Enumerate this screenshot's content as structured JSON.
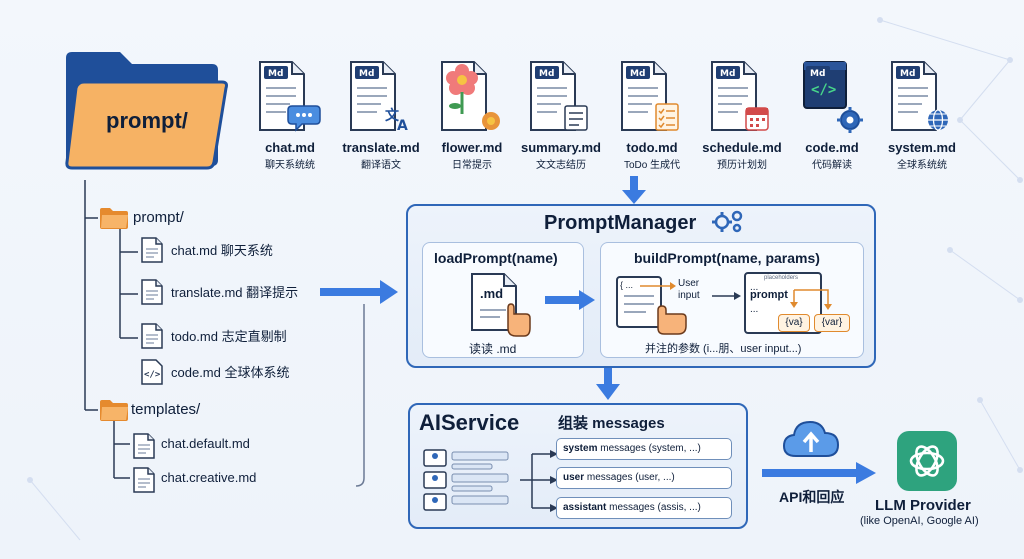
{
  "folder": {
    "label": "prompt/"
  },
  "files": [
    {
      "name": "chat.md",
      "sub": "聊天系统统",
      "badge": "Md",
      "icon": "chat-bubble-icon"
    },
    {
      "name": "translate.md",
      "sub": "翻译语文",
      "badge": "Md",
      "icon": "translate-icon"
    },
    {
      "name": "flower.md",
      "sub": "日常提示",
      "badge": "",
      "icon": "flower-icon"
    },
    {
      "name": "summary.md",
      "sub": "文文志结历",
      "badge": "Md",
      "icon": "notepad-icon"
    },
    {
      "name": "todo.md",
      "sub": "ToDo 生成代",
      "badge": "Md",
      "icon": "checklist-icon"
    },
    {
      "name": "schedule.md",
      "sub": "预历计划划",
      "badge": "Md",
      "icon": "calendar-icon"
    },
    {
      "name": "code.md",
      "sub": "代码解读",
      "badge": "Md",
      "icon": "code-gear-icon"
    },
    {
      "name": "system.md",
      "sub": "全球系统统",
      "badge": "Md",
      "icon": "globe-icon"
    }
  ],
  "tree": {
    "prompt_folder": "prompt/",
    "prompt_files": [
      "chat.md 聊天系统",
      "translate.md 翻译提示",
      "todo.md 志定直剔制",
      "code.md 全球体系统"
    ],
    "templates_folder": "templates/",
    "template_files": [
      "chat.default.md",
      "chat.creative.md"
    ]
  },
  "prompt_manager": {
    "title": "PromptManager",
    "load": {
      "title": "loadPrompt(name)",
      "file_label": ".md",
      "caption": "读读 .md"
    },
    "build": {
      "title": "buildPrompt(name, params)",
      "user_input": "User input",
      "dots_left": "{ ...",
      "placeholders": "placeholders",
      "prompt": "prompt",
      "dots1": "...",
      "dots2": "...",
      "var1": "{va}",
      "var2": "{var}",
      "caption": "并注的参数 (i...朋、user input...)"
    }
  },
  "ai_service": {
    "title": "AIService",
    "assemble": "组装 messages",
    "messages": [
      {
        "role": "system",
        "text": "messages (system, ...)"
      },
      {
        "role": "user",
        "text": "messages (user, ...)"
      },
      {
        "role": "assistant",
        "text": "messages (assis, ...)"
      }
    ]
  },
  "api": {
    "label": "API和回应"
  },
  "llm": {
    "title": "LLM Provider",
    "sub": "(like OpenAI, Google AI)"
  },
  "colors": {
    "accent": "#2f67b8",
    "folder_orange": "#f6b264",
    "folder_blue": "#1f4f9a",
    "llm_green": "#2ea37e"
  }
}
